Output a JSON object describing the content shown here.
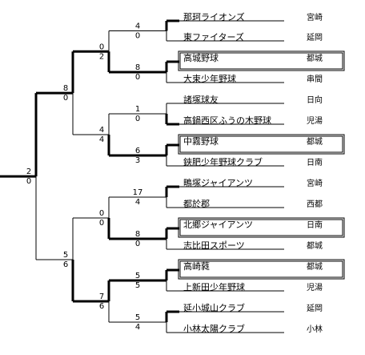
{
  "teams": [
    {
      "name": "那珂ライオンズ",
      "region": "宮崎",
      "highlight": false
    },
    {
      "name": "東ファイターズ",
      "region": "延岡",
      "highlight": false
    },
    {
      "name": "高城野球",
      "region": "都城",
      "highlight": true
    },
    {
      "name": "大束少年野球",
      "region": "串間",
      "highlight": false
    },
    {
      "name": "諸塚球友",
      "region": "日向",
      "highlight": false
    },
    {
      "name": "高鍋西区ふうの木野球",
      "region": "児湯",
      "highlight": false
    },
    {
      "name": "中霧野球",
      "region": "都城",
      "highlight": true
    },
    {
      "name": "鋏肥少年野球クラブ",
      "region": "日南",
      "highlight": false
    },
    {
      "name": "鴫塚ジャイアンツ",
      "region": "宮崎",
      "highlight": false
    },
    {
      "name": "都於郡",
      "region": "西都",
      "highlight": false
    },
    {
      "name": "北郷ジャイアンツ",
      "region": "日南",
      "highlight": true
    },
    {
      "name": "志比田スポーツ",
      "region": "都城",
      "highlight": false
    },
    {
      "name": "高崎蕤",
      "region": "都城",
      "highlight": true
    },
    {
      "name": "上新田少年野球",
      "region": "児湯",
      "highlight": false
    },
    {
      "name": "延小城山クラブ",
      "region": "延岡",
      "highlight": false
    },
    {
      "name": "小林太陽クラブ",
      "region": "小林",
      "highlight": false
    }
  ],
  "round1": [
    {
      "top_score": "4",
      "bottom_score": "0",
      "winner": "top"
    },
    {
      "top_score": "8",
      "bottom_score": "0",
      "winner": "top"
    },
    {
      "top_score": "1",
      "bottom_score": "0",
      "winner": "bottom"
    },
    {
      "top_score": "6",
      "bottom_score": "3",
      "winner": "top"
    },
    {
      "top_score": "17",
      "bottom_score": "4",
      "winner": "top"
    },
    {
      "top_score": "8",
      "bottom_score": "0",
      "winner": "top"
    },
    {
      "top_score": "5",
      "bottom_score": "5",
      "winner": "top"
    },
    {
      "top_score": "5",
      "bottom_score": "4",
      "winner": "top"
    }
  ],
  "round2": [
    {
      "top_score": "0",
      "bottom_score": "2",
      "winner": "bottom"
    },
    {
      "top_score": "4",
      "bottom_score": "4",
      "winner": "bottom"
    },
    {
      "top_score": "0",
      "bottom_score": "0",
      "winner": "bottom"
    },
    {
      "top_score": "7",
      "bottom_score": "6",
      "winner": "top"
    }
  ],
  "round3": [
    {
      "top_score": "8",
      "bottom_score": "0",
      "winner": "top"
    },
    {
      "top_score": "5",
      "bottom_score": "6",
      "winner": "bottom"
    }
  ],
  "final": {
    "top_score": "2",
    "bottom_score": "0",
    "winner": "top"
  }
}
